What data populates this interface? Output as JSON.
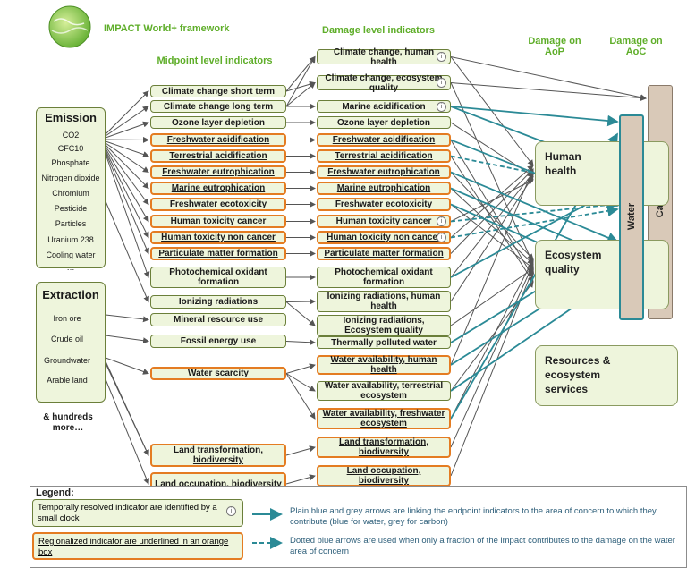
{
  "header": {
    "title": "IMPACT World+ framework"
  },
  "columns": {
    "midpoint": "Midpoint level indicators",
    "damage": "Damage level indicators",
    "aop": "Damage on AoP",
    "aoc": "Damage on AoC"
  },
  "emission": {
    "title": "Emission",
    "items": [
      "CO2",
      "CFC10",
      "Phosphate",
      "Nitrogen dioxide",
      "Chromium",
      "Pesticide",
      "Particles",
      "Uranium 238",
      "Cooling water",
      "…"
    ]
  },
  "extraction": {
    "title": "Extraction",
    "items": [
      "Iron ore",
      "Crude oil",
      "Groundwater",
      "Arable land",
      "…",
      "& hundreds more…"
    ]
  },
  "midpoints": [
    "Climate change short term",
    "Climate change long term",
    "Ozone layer depletion",
    "Freshwater acidification",
    "Terrestrial acidification",
    "Freshwater eutrophication",
    "Marine eutrophication",
    "Freshwater ecotoxicity",
    "Human toxicity cancer",
    "Human toxicity non cancer",
    "Particulate matter formation",
    "Photochemical oxidant formation",
    "Ionizing radiations",
    "Mineral resource use",
    "Fossil energy use",
    "Water scarcity",
    "Land transformation, biodiversity",
    "Land occupation, biodiversity"
  ],
  "damages": [
    "Climate change, human health",
    "Climate change, ecosystem quality",
    "Marine acidification",
    "Ozone layer depletion",
    "Freshwater acidification",
    "Terrestrial acidification",
    "Freshwater eutrophication",
    "Marine eutrophication",
    "Freshwater ecotoxicity",
    "Human toxicity cancer",
    "Human toxicity non cancer",
    "Particulate matter formation",
    "Photochemical oxidant formation",
    "Ionizing radiations, human health",
    "Ionizing radiations, Ecosystem quality",
    "Thermally polluted water",
    "Water availability, human health",
    "Water availability, terrestrial ecosystem",
    "Water availability, freshwater ecosystem",
    "Land transformation, biodiversity",
    "Land occupation, biodiversity"
  ],
  "aop": {
    "human_health": "Human health",
    "ecosystem_quality": "Ecosystem quality",
    "resources": "Resources & ecosystem services"
  },
  "aoc": {
    "water": "Water",
    "carbon": "Carbon"
  },
  "clock_glyph": "i",
  "legend": {
    "title": "Legend:",
    "clock_text": "Temporally resolved indicator are identified by a small clock",
    "regional_text": "Regionalized indicator are underlined in an orange box",
    "plain_text": "Plain blue and grey arrows are linking the endpoint indicators to the  area of concern to which they contribute (blue for water, grey for carbon)",
    "dotted_text": "Dotted blue arrows are used when only a fraction of the impact contributes to the damage on the water area of concern"
  },
  "colors": {
    "green": "#5fae2a",
    "orange": "#e47c22",
    "teal": "#2b8a96",
    "grey": "#666666",
    "bar": "#d9c9b8"
  }
}
